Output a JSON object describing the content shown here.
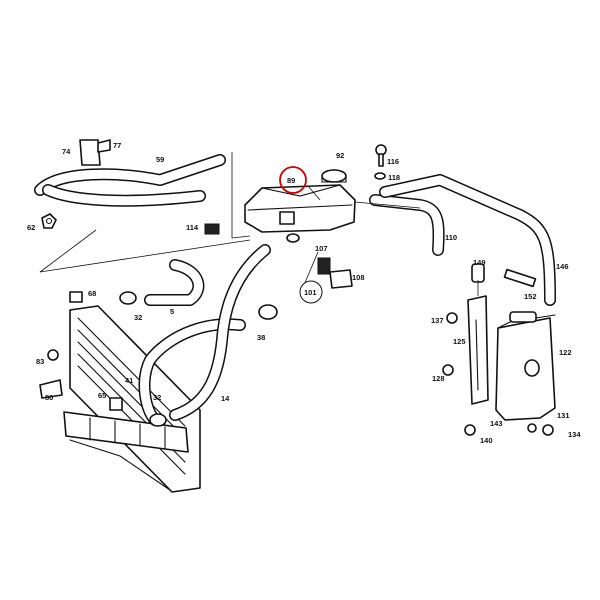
{
  "diagram": {
    "highlight_color": "#d40000",
    "highlighted_part": "89",
    "callouts": [
      {
        "id": "c74",
        "text": "74"
      },
      {
        "id": "c77",
        "text": "77"
      },
      {
        "id": "c59",
        "text": "59"
      },
      {
        "id": "c62",
        "text": "62"
      },
      {
        "id": "c89",
        "text": "89"
      },
      {
        "id": "c92",
        "text": "92"
      },
      {
        "id": "c116",
        "text": "116"
      },
      {
        "id": "c118",
        "text": "118"
      },
      {
        "id": "c114",
        "text": "114"
      },
      {
        "id": "c110",
        "text": "110"
      },
      {
        "id": "c107",
        "text": "107"
      },
      {
        "id": "c108",
        "text": "108"
      },
      {
        "id": "c101",
        "text": "101"
      },
      {
        "id": "c146",
        "text": "146"
      },
      {
        "id": "c149",
        "text": "149"
      },
      {
        "id": "c152",
        "text": "152"
      },
      {
        "id": "c68",
        "text": "68"
      },
      {
        "id": "c32a",
        "text": "32"
      },
      {
        "id": "c5",
        "text": "5"
      },
      {
        "id": "c38",
        "text": "38"
      },
      {
        "id": "c137",
        "text": "137"
      },
      {
        "id": "c125",
        "text": "125"
      },
      {
        "id": "c122",
        "text": "122"
      },
      {
        "id": "c83",
        "text": "83"
      },
      {
        "id": "c41",
        "text": "41"
      },
      {
        "id": "c14",
        "text": "14"
      },
      {
        "id": "c128",
        "text": "128"
      },
      {
        "id": "c80",
        "text": "80"
      },
      {
        "id": "c65",
        "text": "65"
      },
      {
        "id": "c32b",
        "text": "32"
      },
      {
        "id": "c143",
        "text": "143"
      },
      {
        "id": "c131",
        "text": "131"
      },
      {
        "id": "c134",
        "text": "134"
      },
      {
        "id": "c140",
        "text": "140"
      }
    ]
  }
}
